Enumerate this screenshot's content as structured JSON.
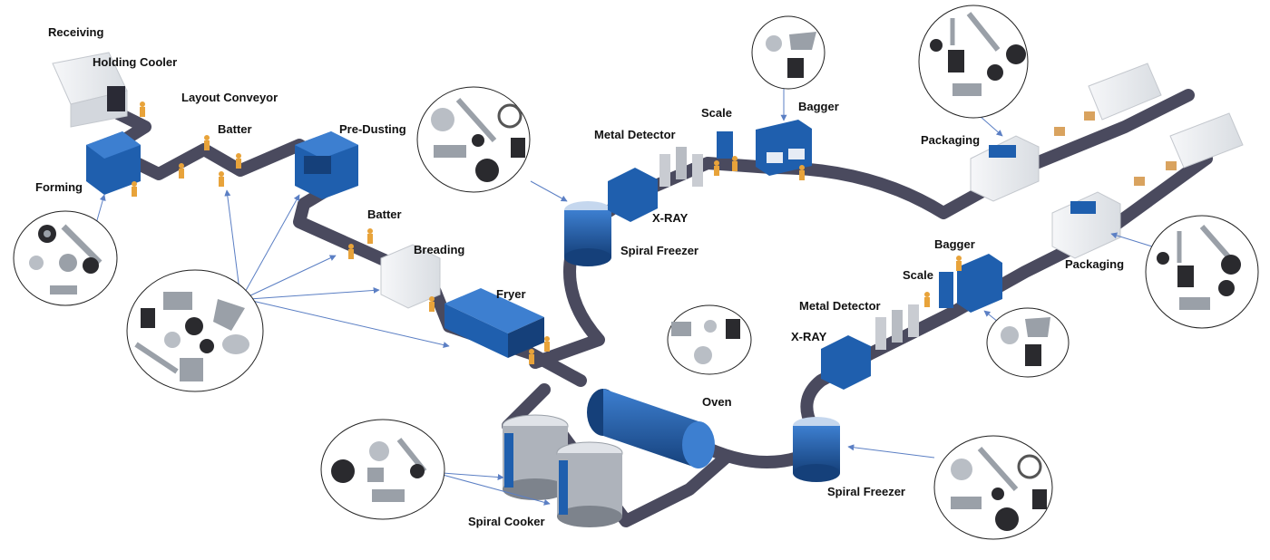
{
  "labels": {
    "receiving": "Receiving",
    "holding_cooler": "Holding Cooler",
    "layout_conveyor": "Layout Conveyor",
    "batter_1": "Batter",
    "pre_dusting": "Pre-Dusting",
    "forming": "Forming",
    "batter_2": "Batter",
    "breading": "Breading",
    "fryer": "Fryer",
    "spiral_cooker": "Spiral Cooker",
    "oven": "Oven",
    "spiral_freezer_1": "Spiral Freezer",
    "x_ray_1": "X-RAY",
    "metal_detector_1": "Metal Detector",
    "scale_1": "Scale",
    "bagger_1": "Bagger",
    "packaging_1": "Packaging",
    "spiral_freezer_2": "Spiral Freezer",
    "x_ray_2": "X-RAY",
    "metal_detector_2": "Metal Detector",
    "scale_2": "Scale",
    "bagger_2": "Bagger",
    "packaging_2": "Packaging"
  },
  "colors": {
    "conveyor": "#4a4a5e",
    "conveyor_edge": "#33334a",
    "machine_blue": "#1f5fae",
    "machine_dark": "#15407a",
    "machine_light": "#3d7fd0",
    "cooler_white": "#eef0f3",
    "arrow": "#5b7fc4",
    "worker_yellow": "#e8a33a",
    "part_metal": "#9aa0a8",
    "part_dark": "#2a2a2e"
  }
}
